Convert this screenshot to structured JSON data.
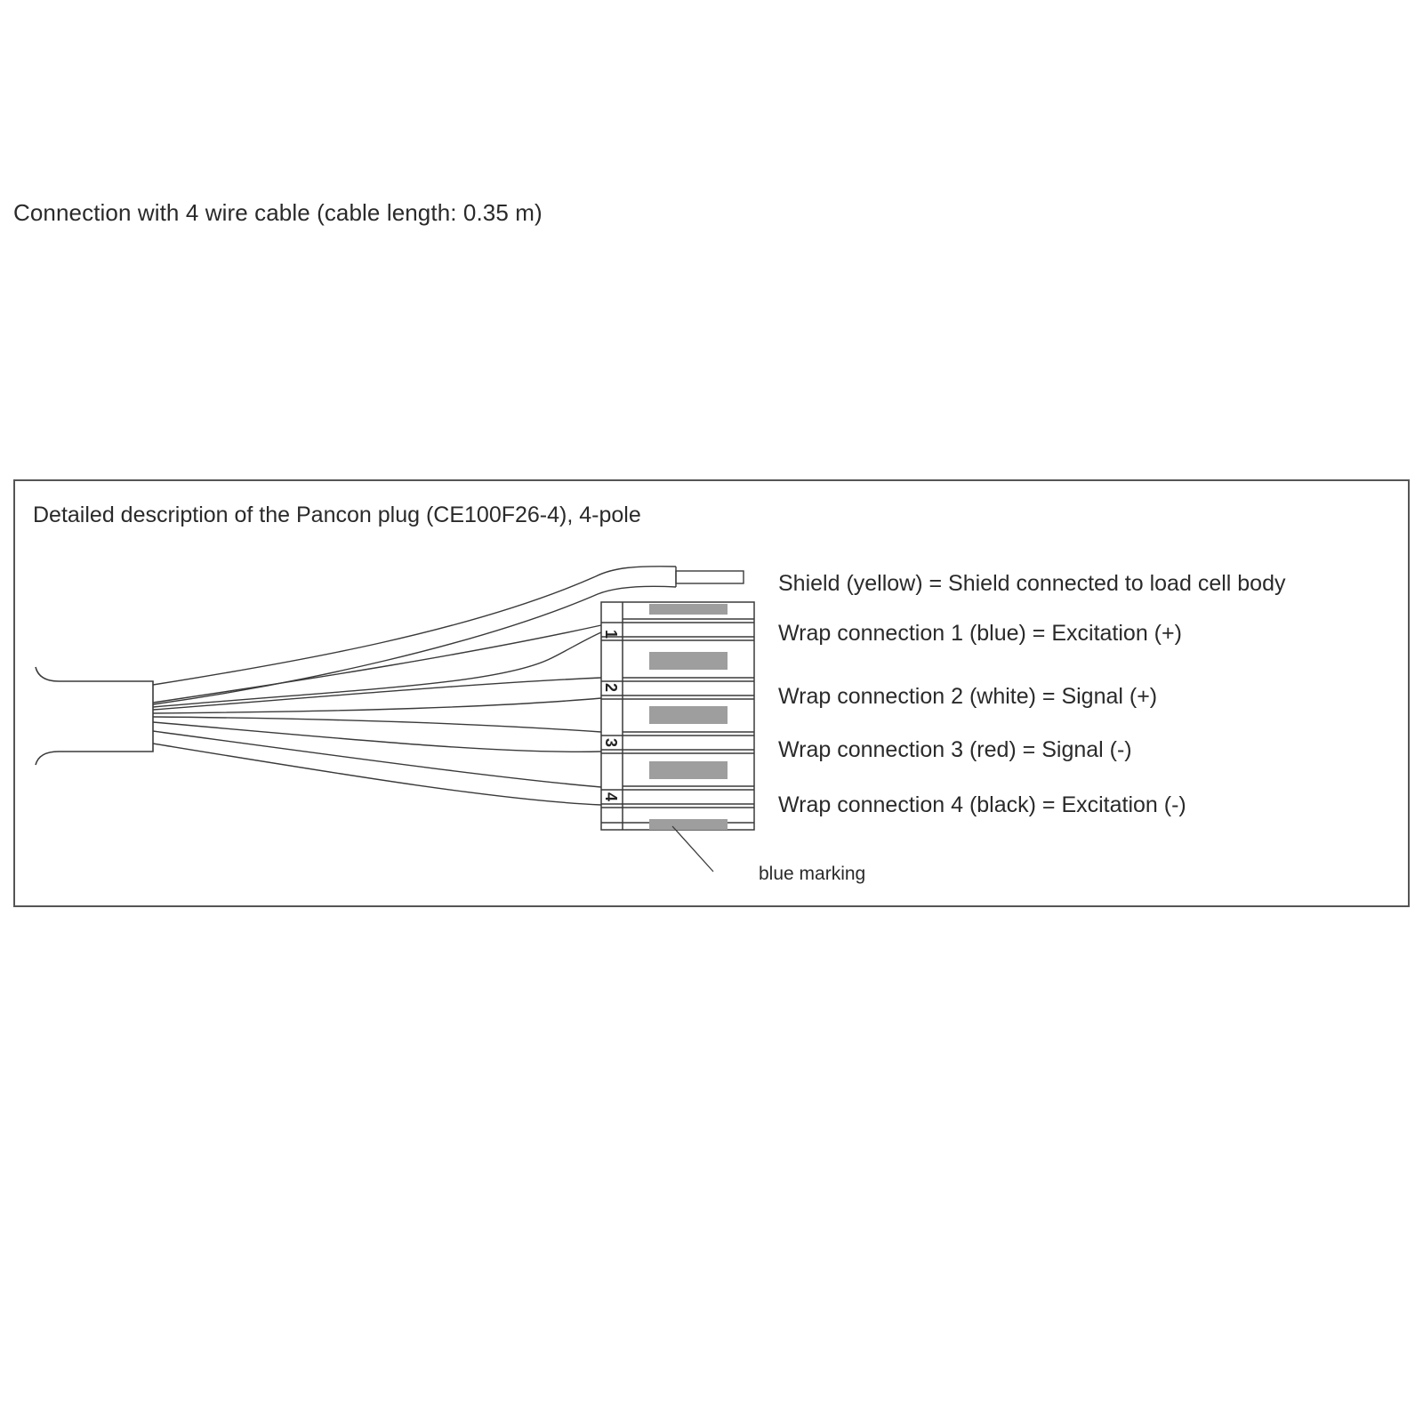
{
  "heading": "Connection with 4 wire cable (cable length: 0.35 m)",
  "box": {
    "title": "Detailed description of the Pancon plug (CE100F26-4), 4-pole",
    "labels": {
      "shield": "Shield (yellow) = Shield connected to load cell body",
      "wrap1": "Wrap connection 1 (blue) = Excitation (+)",
      "wrap2": "Wrap connection 2 (white) = Signal (+)",
      "wrap3": "Wrap connection 3 (red) = Signal (-)",
      "wrap4": "Wrap connection 4 (black) = Excitation (-)"
    },
    "pins": [
      "1",
      "2",
      "3",
      "4"
    ],
    "marking": "blue marking"
  },
  "colors": {
    "line": "#3a3a3a",
    "marking_fill": "#9e9e9e",
    "text": "#2a2a2a"
  }
}
